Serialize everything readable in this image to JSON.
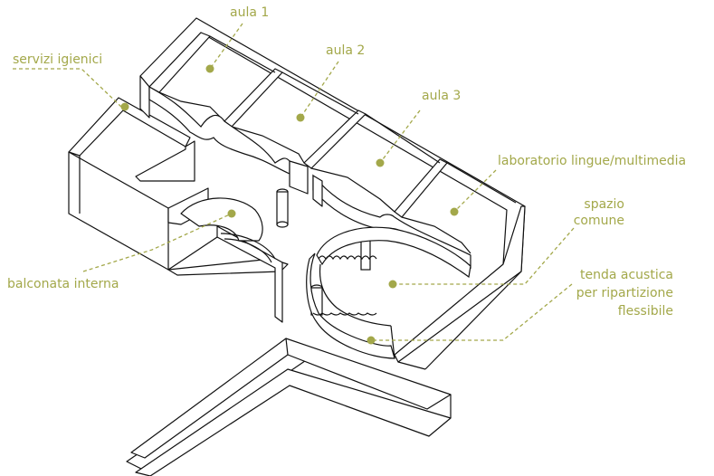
{
  "colors": {
    "accent": "#a3a84a",
    "line": "#111111",
    "background": "#ffffff"
  },
  "labels": {
    "aula1": "aula 1",
    "aula2": "aula 2",
    "aula3": "aula 3",
    "servizi": "servizi igienici",
    "laboratorio": "laboratorio lingue/multimedia",
    "spazio_line1": "spazio",
    "spazio_line2": "comune",
    "balconata": "balconata interna",
    "tenda_line1": "tenda acustica",
    "tenda_line2": "per ripartizione",
    "tenda_line3": "flessibile"
  }
}
